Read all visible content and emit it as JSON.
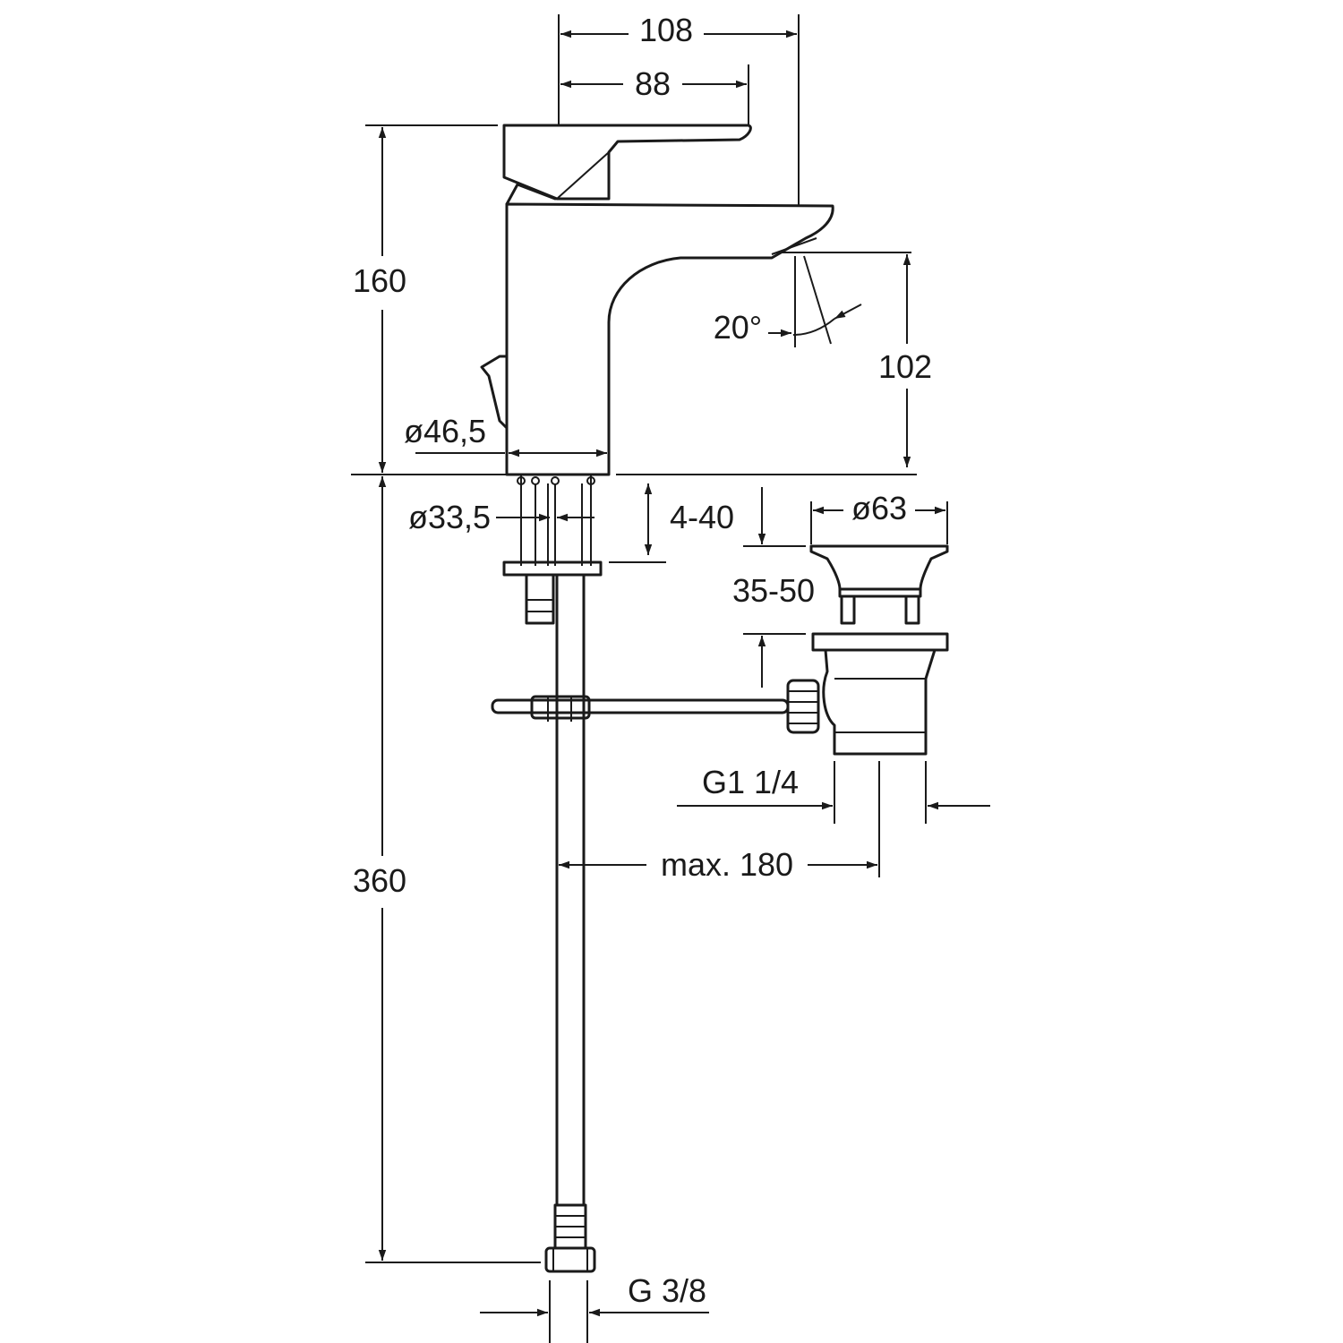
{
  "dimensions": {
    "width_108": "108",
    "width_88": "88",
    "height_160": "160",
    "angle_20": "20°",
    "height_102": "102",
    "dia_46_5": "ø46,5",
    "dia_33_5": "ø33,5",
    "range_4_40": "4-40",
    "dia_63": "ø63",
    "range_35_50": "35-50",
    "thread_g1_1_4": "G1 1/4",
    "reach_max_180": "max. 180",
    "height_360": "360",
    "thread_g3_8": "G 3/8"
  },
  "colors": {
    "line": "#1a1a1a",
    "background": "#ffffff"
  }
}
